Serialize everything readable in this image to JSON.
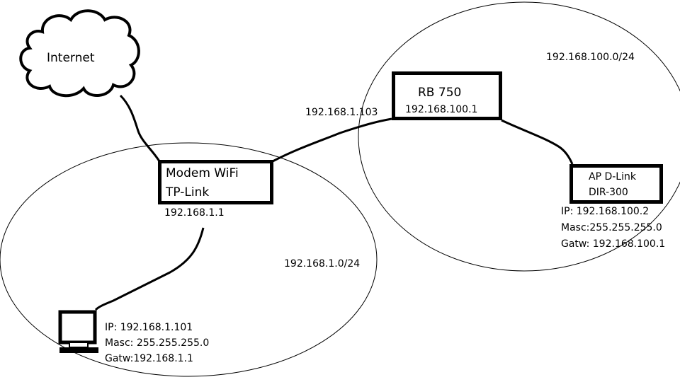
{
  "internet": {
    "label": "Internet"
  },
  "modem": {
    "line1": "Modem WiFi",
    "line2": "TP-Link",
    "ip": "192.168.1.1"
  },
  "router": {
    "name": "RB 750",
    "lan_ip": "192.168.100.1",
    "wan_ip": "192.168.1.103"
  },
  "ap": {
    "line1": "AP D-Link",
    "line2": "DIR-300",
    "ip": "IP: 192.168.100.2",
    "mask": "Masc:255.255.255.0",
    "gateway": "Gatw: 192.168.100.1"
  },
  "pc": {
    "ip": "IP: 192.168.1.101",
    "mask": "Masc: 255.255.255.0",
    "gateway": "Gatw:192.168.1.1"
  },
  "networks": {
    "lan1": "192.168.1.0/24",
    "lan2": "192.168.100.0/24"
  }
}
